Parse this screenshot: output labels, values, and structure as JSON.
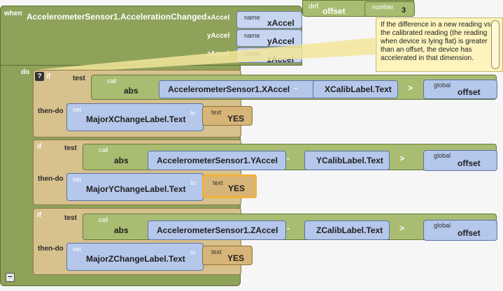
{
  "event_block": {
    "when_label": "when",
    "event_name": "AccelerometerSensor1.AccelerationChanged",
    "params": [
      {
        "param_label": "xAccel",
        "name_label": "name",
        "name_value": "xAccel"
      },
      {
        "param_label": "yAccel",
        "name_label": "name",
        "name_value": "yAccel"
      },
      {
        "param_label": "zAccel",
        "name_label": "name",
        "name_value": "zAccel"
      }
    ],
    "do_label": "do"
  },
  "def_block": {
    "def_label": "def",
    "var_name": "offset",
    "number_label": "number",
    "number_value": "3"
  },
  "comment": {
    "text": "If the difference in a new reading vs. the calibrated reading (the reading when device is lying flat) is greater than an offset, the device has accelerated in that dimension."
  },
  "if_blocks": [
    {
      "if_label": "if",
      "test_label": "test",
      "call_label": "call",
      "func_name": "abs",
      "sensor_value": "AccelerometerSensor1.XAccel",
      "minus_label": "-",
      "calib_label": "XCalibLabel.Text",
      "compare_label": ">",
      "global_label": "global",
      "global_name": "offset",
      "then_do_label": "then-do",
      "set_label": "set",
      "set_target": "MajorXChangeLabel.Text",
      "to_label": "to",
      "text_label": "text",
      "text_value": "YES"
    },
    {
      "if_label": "if",
      "test_label": "test",
      "call_label": "call",
      "func_name": "abs",
      "sensor_value": "AccelerometerSensor1.YAccel",
      "minus_label": "-",
      "calib_label": "YCalibLabel.Text",
      "compare_label": ">",
      "global_label": "global",
      "global_name": "offset",
      "then_do_label": "then-do",
      "set_label": "set",
      "set_target": "MajorYChangeLabel.Text",
      "to_label": "to",
      "text_label": "text",
      "text_value": "YES"
    },
    {
      "if_label": "if",
      "test_label": "test",
      "call_label": "call",
      "func_name": "abs",
      "sensor_value": "AccelerometerSensor1.ZAccel",
      "minus_label": "-",
      "calib_label": "ZCalibLabel.Text",
      "compare_label": ">",
      "global_label": "global",
      "global_name": "offset",
      "then_do_label": "then-do",
      "set_label": "set",
      "set_target": "MajorZChangeLabel.Text",
      "to_label": "to",
      "text_label": "text",
      "text_value": "YES"
    }
  ],
  "icons": {
    "help": "question-mark-icon",
    "collapse": "collapse-minus-icon"
  },
  "glyphs": {
    "help": "?",
    "collapse": "−"
  },
  "colors": {
    "event": "#8ea25a",
    "control": "#d7c18d",
    "component": "#b5c7ea",
    "math": "#a9bd72",
    "text": "#d7b477",
    "comment": "#fcf3bd",
    "selected_outline": "#f0b23a"
  }
}
